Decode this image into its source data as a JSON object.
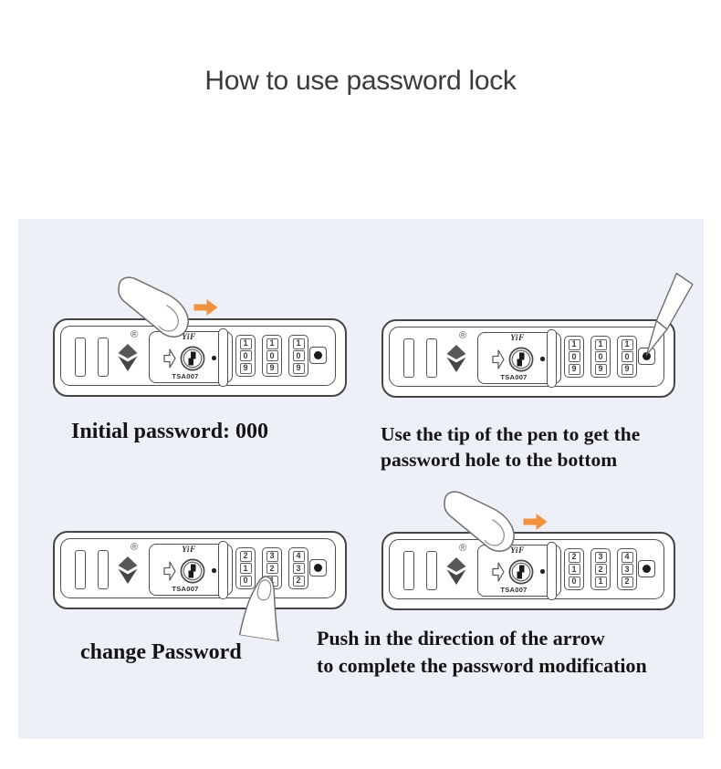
{
  "title": "How to use password lock",
  "lock": {
    "brand": "YiF",
    "model": "TSA007",
    "registered_mark": "®"
  },
  "colors": {
    "panel_bg": "#edf0f6",
    "accent_orange": "#f0923f",
    "outline": "#4a4a4a",
    "caption_text": "#141414",
    "title_text": "#3b3b3b"
  },
  "steps": [
    {
      "id": "initial-password",
      "caption_lines": [
        "Initial password: 000"
      ],
      "dials": [
        [
          "1",
          "0",
          "9"
        ],
        [
          "1",
          "0",
          "9"
        ],
        [
          "1",
          "0",
          "9"
        ]
      ],
      "pointer": "finger-from-top",
      "arrow": "right"
    },
    {
      "id": "reset-hole",
      "caption_lines": [
        "Use the tip of the pen to get the",
        "password hole to the bottom"
      ],
      "dials": [
        [
          "1",
          "0",
          "9"
        ],
        [
          "1",
          "0",
          "9"
        ],
        [
          "1",
          "0",
          "9"
        ]
      ],
      "pointer": "pen-tip",
      "arrow": null
    },
    {
      "id": "change-password",
      "caption_lines": [
        "change Password"
      ],
      "dials": [
        [
          "2",
          "1",
          "0"
        ],
        [
          "3",
          "2",
          "1"
        ],
        [
          "4",
          "3",
          "2"
        ]
      ],
      "pointer": "finger-from-bottom",
      "arrow": null
    },
    {
      "id": "confirm-modification",
      "caption_lines": [
        "Push in the direction of the arrow",
        "to complete the password modification"
      ],
      "dials": [
        [
          "2",
          "1",
          "0"
        ],
        [
          "3",
          "2",
          "1"
        ],
        [
          "4",
          "3",
          "2"
        ]
      ],
      "pointer": "finger-from-top",
      "arrow": "right"
    }
  ]
}
